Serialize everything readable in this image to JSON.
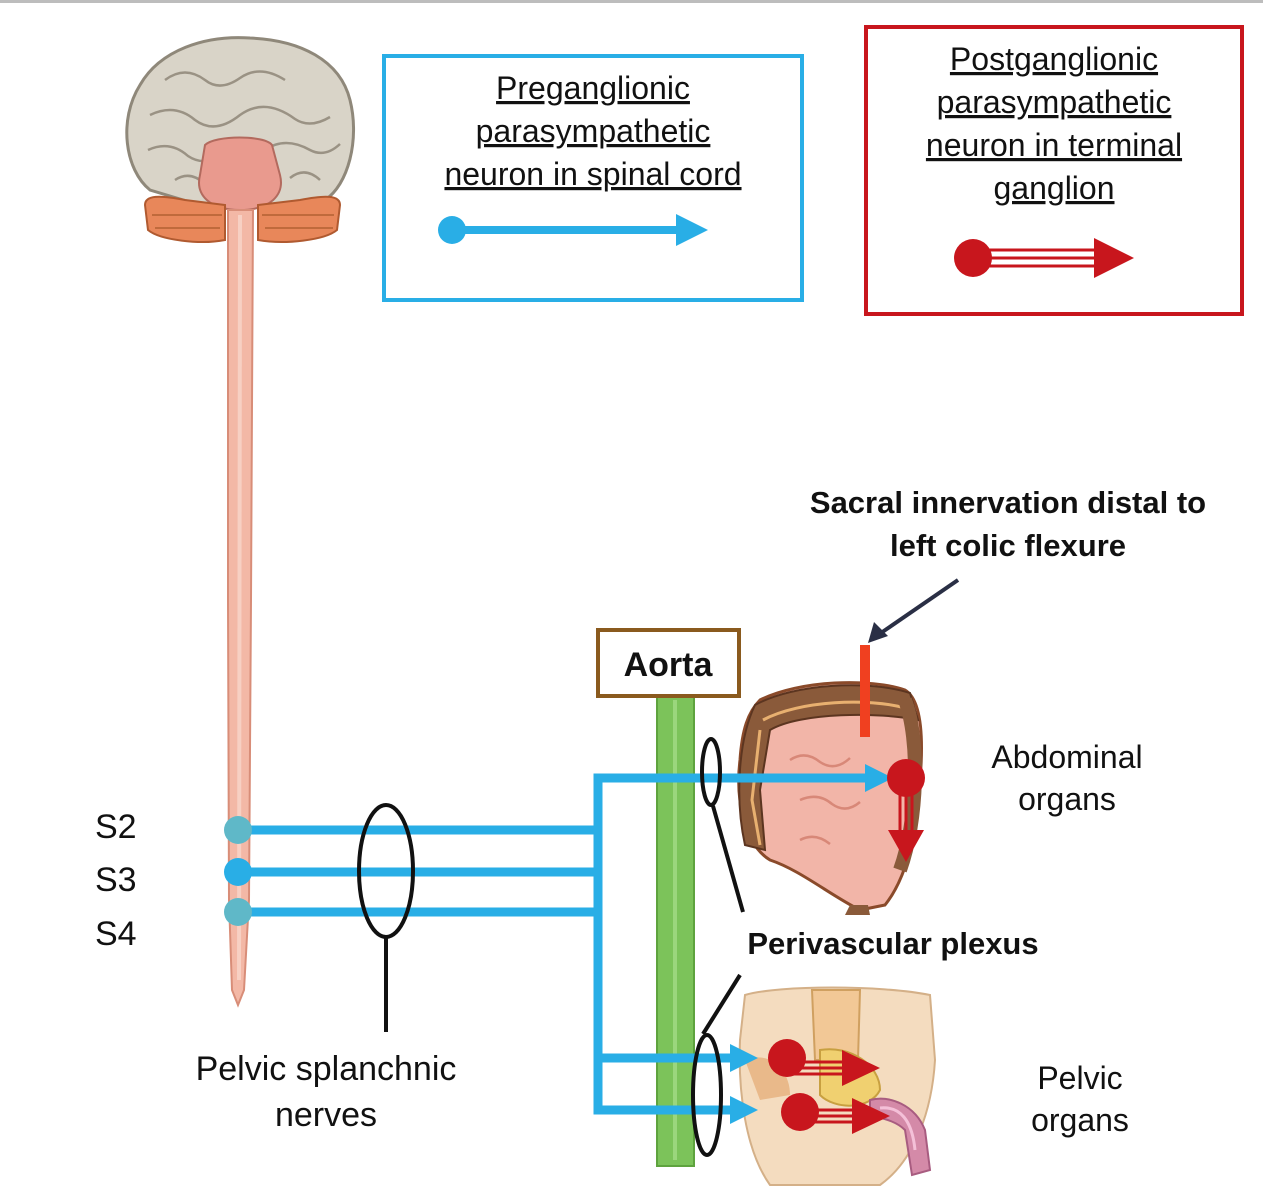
{
  "legend": {
    "preganglionic": {
      "lines": [
        "Preganglionic",
        "parasympathetic",
        "neuron in spinal cord"
      ]
    },
    "postganglionic": {
      "lines": [
        "Postganglionic",
        "parasympathetic",
        "neuron in terminal",
        "ganglion"
      ]
    }
  },
  "spinal_levels": [
    "S2",
    "S3",
    "S4"
  ],
  "labels": {
    "aorta": "Aorta",
    "sacral_line1": "Sacral innervation distal to",
    "sacral_line2": "left colic flexure",
    "abdominal_line1": "Abdominal",
    "abdominal_line2": "organs",
    "perivascular": "Perivascular plexus",
    "pelvic_splanchnic_line1": "Pelvic splanchnic",
    "pelvic_splanchnic_line2": "nerves",
    "pelvic_line1": "Pelvic",
    "pelvic_line2": "organs"
  },
  "colors": {
    "preganglionic": "#29aee6",
    "postganglionic": "#c8161d",
    "aorta": "#7cc35a",
    "aorta_box": "#8a5a1e",
    "spinal_cord": "#f3b8a6"
  },
  "icons": [
    "brain-illustration",
    "spinal-cord-illustration",
    "colon-illustration",
    "pelvis-illustration"
  ]
}
